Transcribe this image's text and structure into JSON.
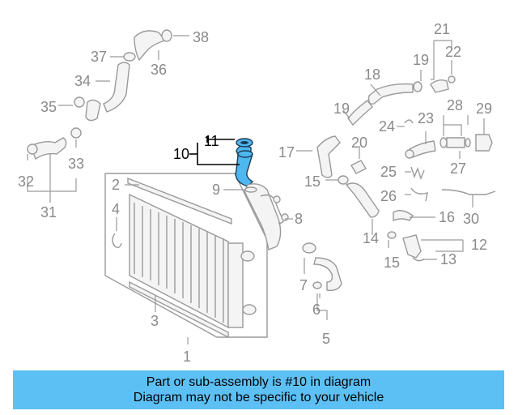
{
  "diagram": {
    "callouts": {
      "c1": "1",
      "c2": "2",
      "c3": "3",
      "c4": "4",
      "c5": "5",
      "c6": "6",
      "c7": "7",
      "c8": "8",
      "c9": "9",
      "c10": "10",
      "c11": "11",
      "c12": "12",
      "c13": "13",
      "c14": "14",
      "c15a": "15",
      "c15b": "15",
      "c16": "16",
      "c17": "17",
      "c18": "18",
      "c19a": "19",
      "c19b": "19",
      "c20": "20",
      "c21": "21",
      "c22": "22",
      "c23": "23",
      "c24": "24",
      "c25": "25",
      "c26": "26",
      "c27": "27",
      "c28": "28",
      "c29": "29",
      "c30": "30",
      "c31": "31",
      "c32": "32",
      "c33": "33",
      "c34": "34",
      "c35": "35",
      "c36": "36",
      "c37": "37",
      "c38": "38"
    },
    "highlight_color": "#4fb7f0"
  },
  "banner": {
    "line1": "Part or sub-assembly is #10 in diagram",
    "line2": "Diagram may not be specific to your vehicle",
    "background": "#5cc0f4"
  }
}
